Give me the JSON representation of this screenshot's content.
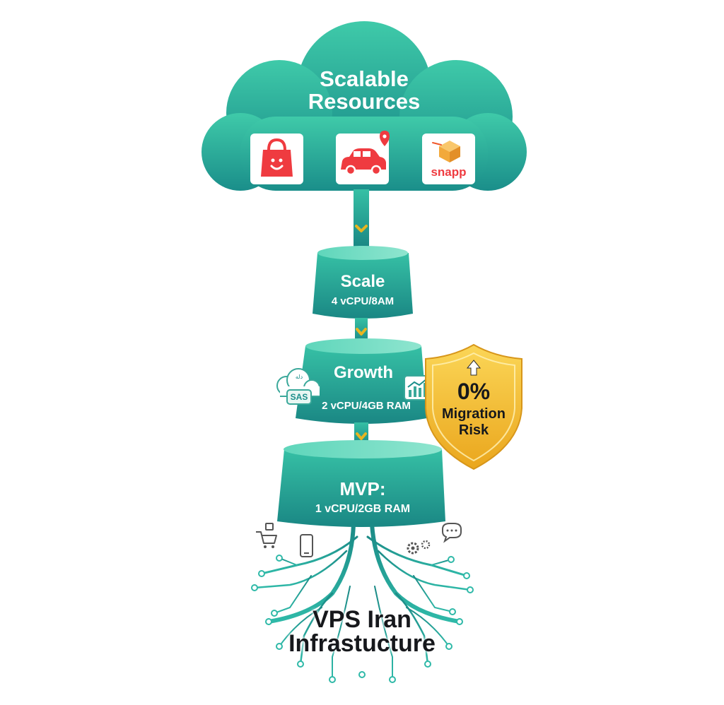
{
  "cloud": {
    "title_line1": "Scalable",
    "title_line2": "Resources",
    "apps": [
      {
        "icon": "shopping-bag-icon"
      },
      {
        "icon": "car-location-icon"
      },
      {
        "icon": "snapp-box-icon",
        "label": "snapp"
      }
    ]
  },
  "tiers": [
    {
      "title": "Scale",
      "spec": "4 vCPU/8AM"
    },
    {
      "title": "Growth",
      "spec": "2 vCPU/4GB RAM"
    },
    {
      "title": "MVP:",
      "spec": "1 vCPU/2GB RAM"
    }
  ],
  "growth_side": {
    "saas_label": "SAS",
    "saas_top": "ﺩﻟﻪ"
  },
  "shield": {
    "line1": "0%",
    "line2": "Migration",
    "line3": "Risk"
  },
  "foundation": {
    "line1": "VPS Iran",
    "line2": "Infrastucture"
  },
  "colors": {
    "teal_light": "#34c2a6",
    "teal_dark": "#167a80",
    "shield_gold": "#f5c02c",
    "chevron": "#e8b520",
    "app_red": "#ef3b40",
    "app_orange": "#f0592c"
  },
  "icons": [
    "shopping-cart-icon",
    "smartphone-icon",
    "gears-icon",
    "chat-bubble-icon",
    "chart-icon",
    "cloud-saas-icon",
    "arrow-up-icon"
  ]
}
